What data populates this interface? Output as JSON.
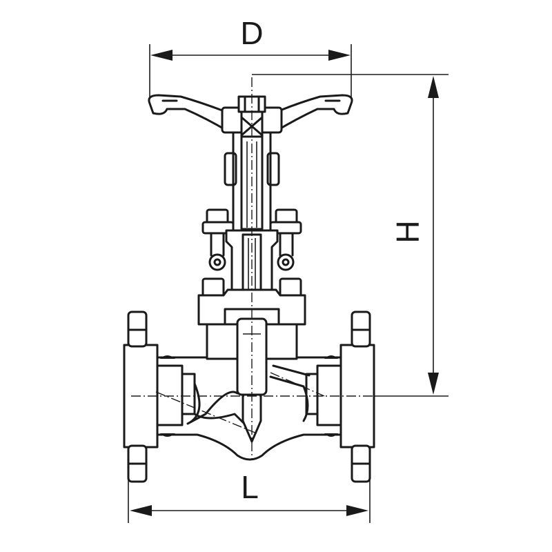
{
  "diagram": {
    "labels": {
      "top_width": "D",
      "height": "H",
      "length": "L"
    }
  }
}
